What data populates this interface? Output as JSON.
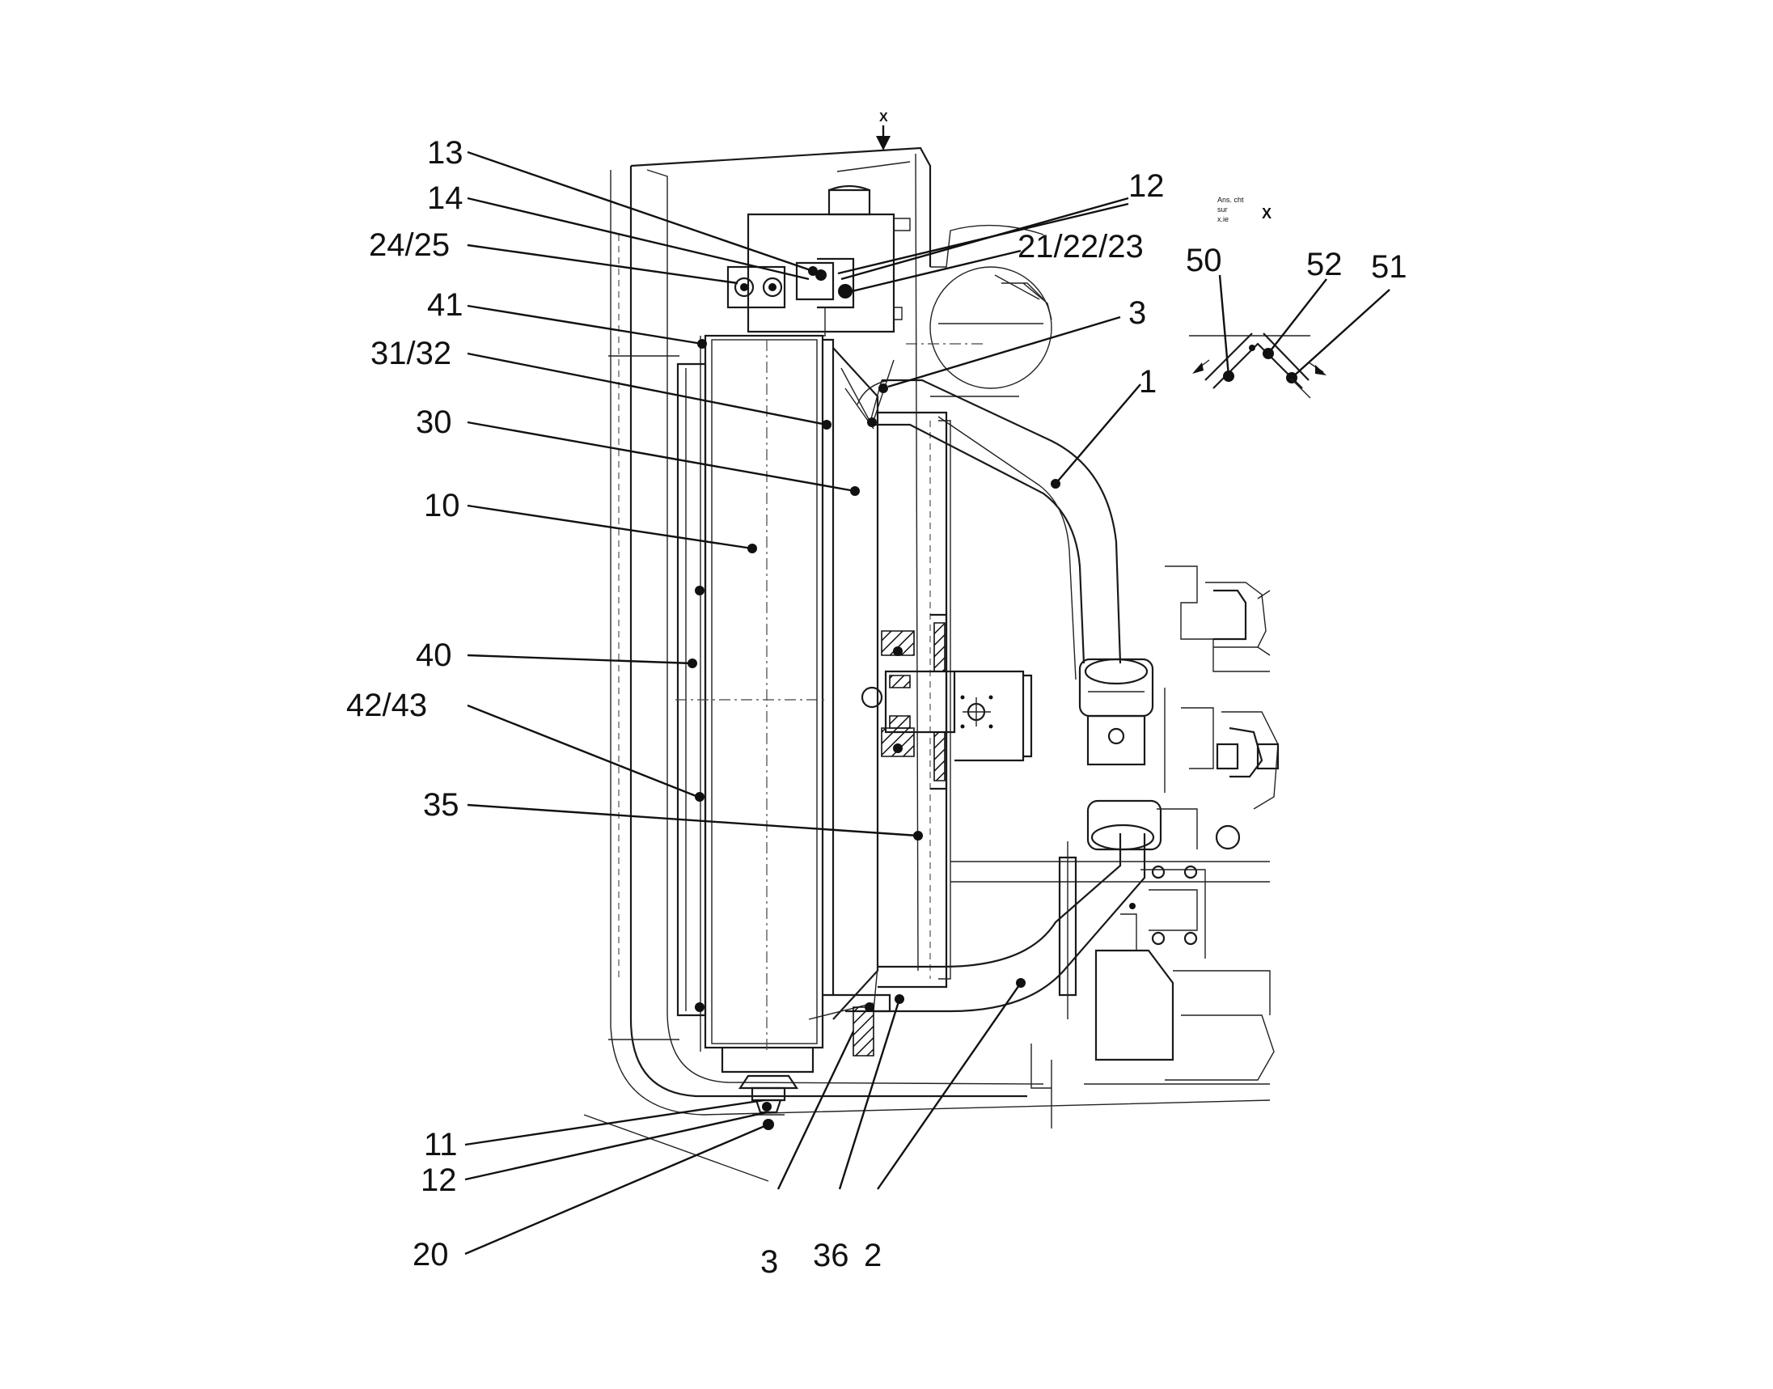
{
  "view_marker": {
    "letter": "X"
  },
  "detail_view": {
    "caption_lines": [
      "Ans. cht",
      "sur",
      "x.ie"
    ],
    "letter": "X"
  },
  "callouts": [
    {
      "id": "c13",
      "text": "13"
    },
    {
      "id": "c14",
      "text": "14"
    },
    {
      "id": "c24",
      "text": "24/25"
    },
    {
      "id": "c41",
      "text": "41"
    },
    {
      "id": "c31",
      "text": "31/32"
    },
    {
      "id": "c30",
      "text": "30"
    },
    {
      "id": "c10",
      "text": "10"
    },
    {
      "id": "c40",
      "text": "40"
    },
    {
      "id": "c42",
      "text": "42/43"
    },
    {
      "id": "c35",
      "text": "35"
    },
    {
      "id": "c11",
      "text": "11"
    },
    {
      "id": "c12b",
      "text": "12"
    },
    {
      "id": "c20",
      "text": "20"
    },
    {
      "id": "c3b",
      "text": "3"
    },
    {
      "id": "c36",
      "text": "36"
    },
    {
      "id": "c2",
      "text": "2"
    },
    {
      "id": "c12t",
      "text": "12"
    },
    {
      "id": "c21",
      "text": "21/22/23"
    },
    {
      "id": "c3t",
      "text": "3"
    },
    {
      "id": "c1",
      "text": "1"
    },
    {
      "id": "c50",
      "text": "50"
    },
    {
      "id": "c52",
      "text": "52"
    },
    {
      "id": "c51",
      "text": "51"
    }
  ]
}
